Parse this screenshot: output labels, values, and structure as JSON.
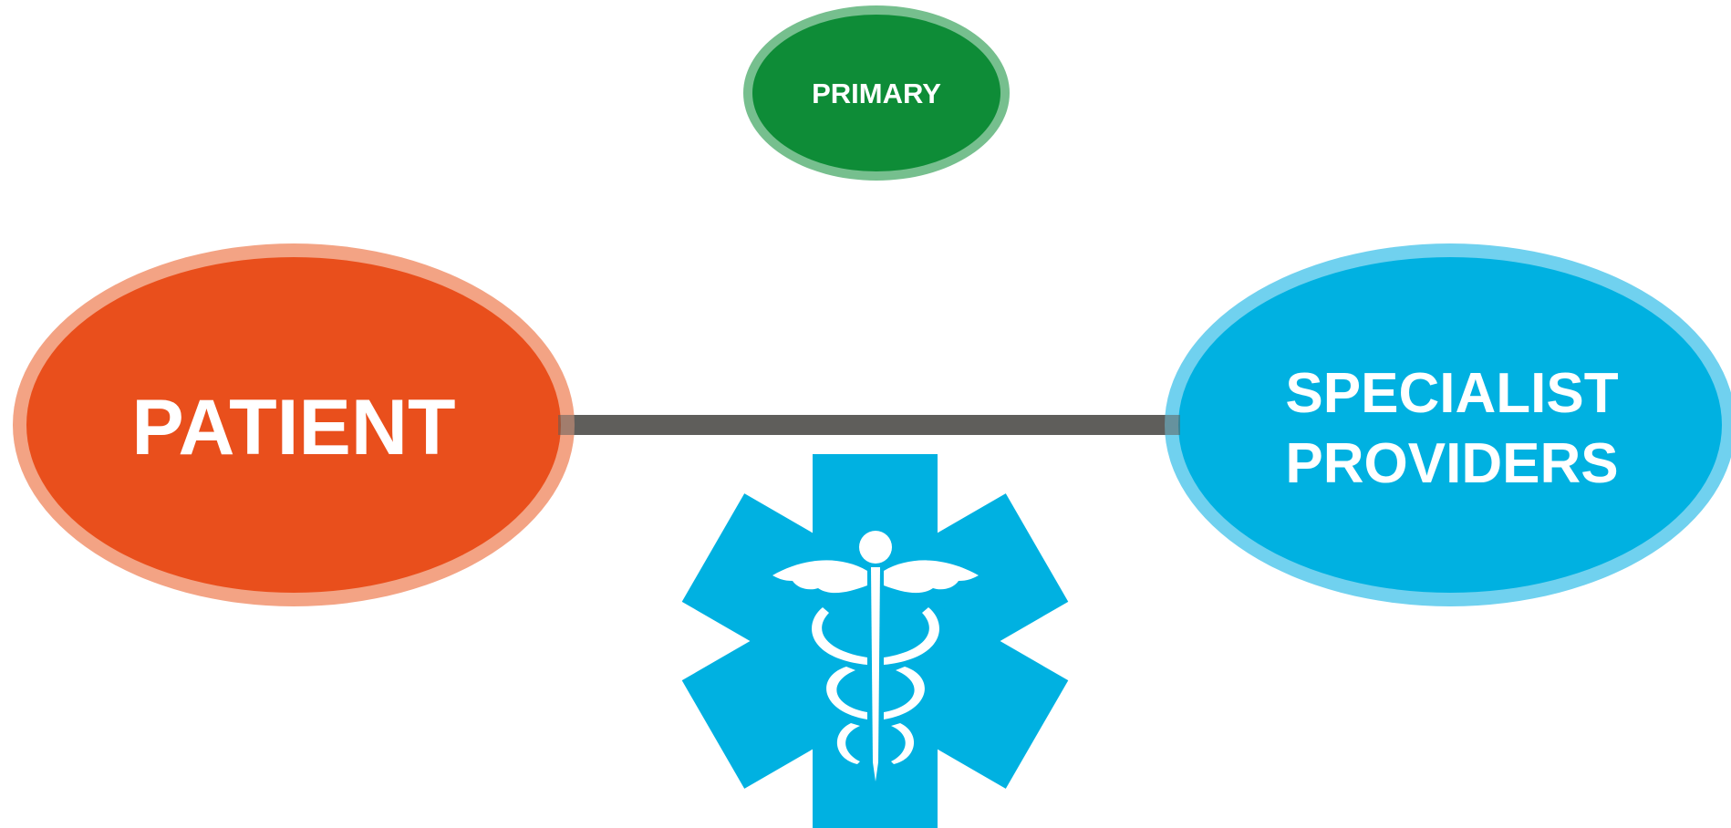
{
  "nodes": {
    "primary": {
      "lines": [
        "PRIMARY"
      ],
      "fill": "#0E8C37",
      "ring": "#76BF8E"
    },
    "patient": {
      "lines": [
        "PATIENT"
      ],
      "fill": "#E94F1C",
      "ring": "#F3A384"
    },
    "specialist": {
      "lines": [
        "SPECIALIST",
        "PROVIDERS"
      ],
      "fill": "#00B1E1",
      "ring": "#70D1EF"
    }
  },
  "connector": {
    "color": "#5F5E5B"
  },
  "emblem": {
    "icon": "star-of-life-caduceus-icon",
    "fill": "#00B1E1",
    "symbol_color": "#ffffff"
  }
}
